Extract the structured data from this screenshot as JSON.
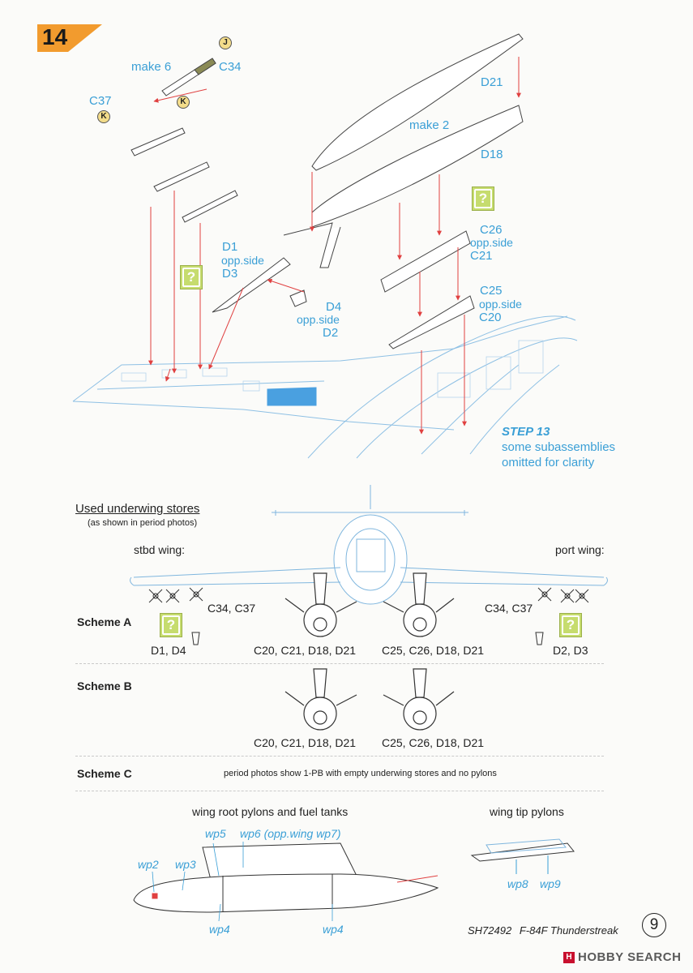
{
  "step": {
    "number": "14",
    "badge_color": "#f29b2e",
    "parts": {
      "make6": "make 6",
      "c34": "C34",
      "c37": "C37",
      "marker_j": "J",
      "marker_k1": "K",
      "marker_k2": "K",
      "d21": "D21",
      "make2": "make 2",
      "d18": "D18",
      "c26": "C26",
      "c26_opp": "opp.side",
      "c21": "C21",
      "c25": "C25",
      "c25_opp": "opp.side",
      "c20": "C20",
      "d1": "D1",
      "d1_opp": "opp.side",
      "d3": "D3",
      "d4": "D4",
      "d4_opp": "opp.side",
      "d2": "D2"
    },
    "question_mark": "?",
    "note_title": "STEP 13",
    "note_line1": "some subassemblies",
    "note_line2": "omitted for clarity"
  },
  "stores": {
    "title": "Used underwing stores",
    "subtitle": "(as shown in period photos)",
    "stbd_wing": "stbd wing:",
    "port_wing": "port wing:",
    "scheme_a": {
      "label": "Scheme A",
      "left_rockets": "C34, C37",
      "right_rockets": "C34, C37",
      "left_small": "D1, D4",
      "right_small": "D2, D3",
      "left_tank": "C20, C21, D18, D21",
      "right_tank": "C25, C26, D18, D21"
    },
    "scheme_b": {
      "label": "Scheme B",
      "left_tank": "C20, C21, D18, D21",
      "right_tank": "C25, C26, D18, D21"
    },
    "scheme_c": {
      "label": "Scheme C",
      "note": "period photos show 1-PB with empty underwing stores and no pylons"
    }
  },
  "pylons": {
    "root_title": "wing root pylons and fuel tanks",
    "tip_title": "wing tip pylons",
    "wp2": "wp2",
    "wp3": "wp3",
    "wp4a": "wp4",
    "wp4b": "wp4",
    "wp5": "wp5",
    "wp6": "wp6 (opp.wing wp7)",
    "wp8": "wp8",
    "wp9": "wp9"
  },
  "footer": {
    "kit": "SH72492",
    "model": "F-84F Thunderstreak",
    "page": "9",
    "watermark": "HOBBY SEARCH",
    "watermark_icon": "H"
  },
  "colors": {
    "accent_blue": "#3a9fd6",
    "arrow_red": "#e04040",
    "green_box": "#c6dc6e",
    "line_blue": "#7fb6de"
  }
}
